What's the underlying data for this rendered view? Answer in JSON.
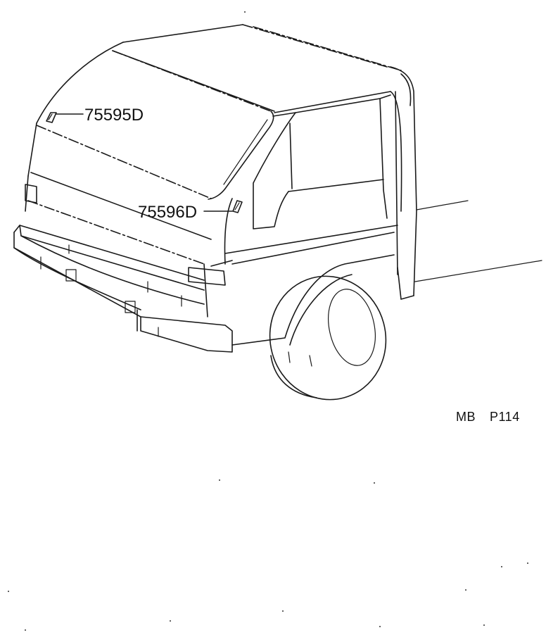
{
  "diagram": {
    "callouts": [
      {
        "id": "upper",
        "label": "75595D"
      },
      {
        "id": "lower",
        "label": "75596D"
      }
    ],
    "footer": {
      "left": "MB",
      "right": "P114"
    }
  },
  "colors": {
    "ink": "#1a1a1a",
    "background": "#ffffff"
  }
}
